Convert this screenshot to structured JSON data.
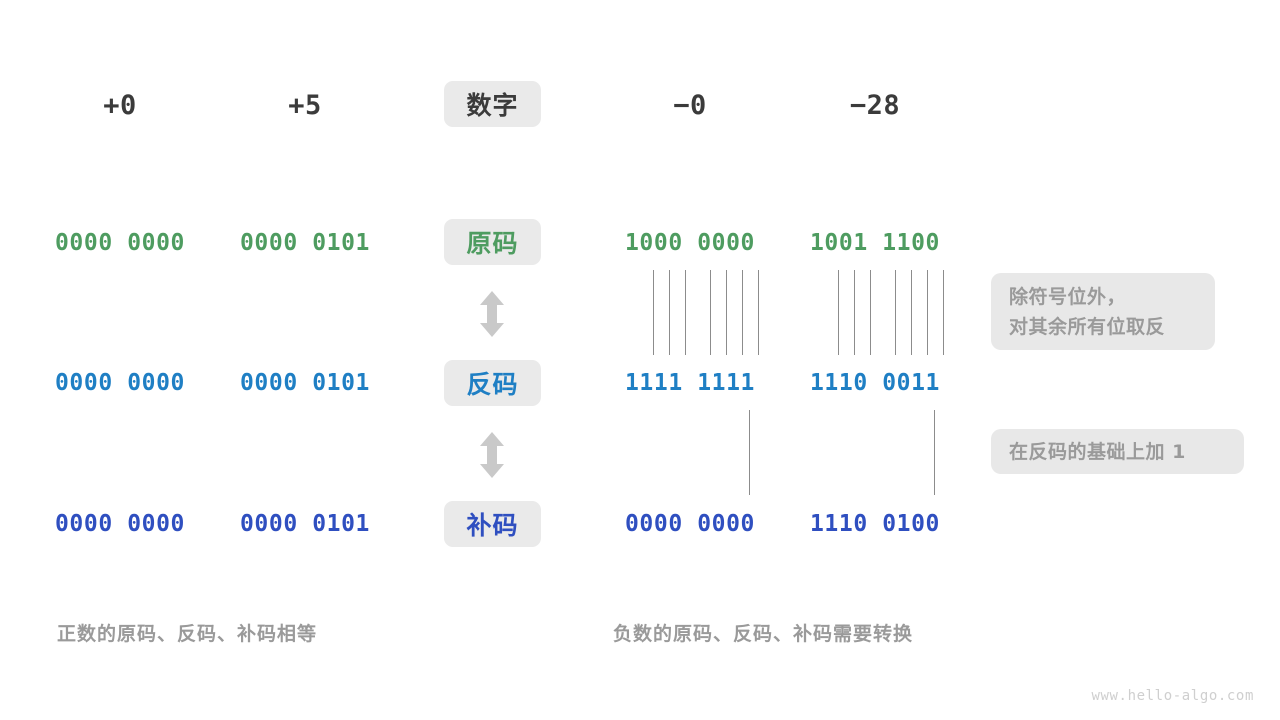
{
  "meta": {
    "watermark": "www.hello-algo.com"
  },
  "colors": {
    "green": "#4e9c60",
    "blue": "#1f7fc4",
    "dark_blue": "#2f4fc0",
    "text_dark": "#3b3b3b",
    "muted": "#9a9a9a",
    "pill_bg": "#eaeaea",
    "note_bg": "#e8e8e8",
    "line": "#8c8c8c",
    "background": "#ffffff"
  },
  "row_labels": [
    {
      "text": "数字",
      "tone": "dark"
    },
    {
      "text": "原码",
      "tone": "green"
    },
    {
      "text": "反码",
      "tone": "blue"
    },
    {
      "text": "补码",
      "tone": "dark_blue"
    }
  ],
  "headers": {
    "positive": [
      "+0",
      "+5"
    ],
    "negative": [
      "−0",
      "−28"
    ]
  },
  "rows": {
    "sign_magnitude": {
      "label": "原码",
      "positive": [
        "0000 0000",
        "0000 0101"
      ],
      "negative": [
        "1000 0000",
        "1001 1100"
      ]
    },
    "ones_complement": {
      "label": "反码",
      "positive": [
        "0000 0000",
        "0000 0101"
      ],
      "negative": [
        "1111 1111",
        "1110 0011"
      ]
    },
    "twos_complement": {
      "label": "补码",
      "positive": [
        "0000 0000",
        "0000 0101"
      ],
      "negative": [
        "0000 0000",
        "1110 0100"
      ]
    }
  },
  "notes": {
    "invert": {
      "line1": "除符号位外，",
      "line2": "对其余所有位取反"
    },
    "add_one": {
      "line1": "在反码的基础上加  1"
    }
  },
  "captions": {
    "positive": "正数的原码、反码、补码相等",
    "negative": "负数的原码、反码、补码需要转换"
  },
  "icons": {
    "arrow_updown": "double-arrow-vertical"
  }
}
